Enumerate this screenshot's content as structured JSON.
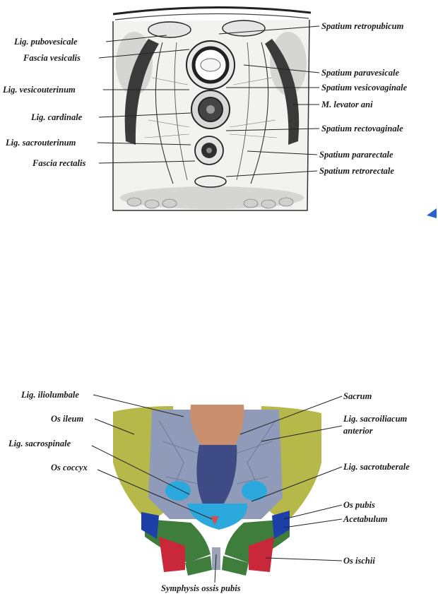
{
  "figure_top": {
    "labels_left": [
      "Lig. pubovesicale",
      "Fascia vesicalis",
      "Lig. vesicouterinum",
      "Lig. cardinale",
      "Lig. sacrouterinum",
      "Fascia rectalis"
    ],
    "labels_right": [
      "Spatium retropubicum",
      "Spatium paravesicale",
      "Spatium vesicovaginale",
      "M. levator ani",
      "Spatium rectovaginale",
      "Spatium pararectale",
      "Spatium retrorectale"
    ]
  },
  "figure_bottom": {
    "labels_left": [
      "Lig. iliolumbale",
      "Os ileum",
      "Lig. sacrospinale",
      "Os coccyx"
    ],
    "labels_right": [
      "Sacrum",
      "Lig. sacroiliacum",
      "anterior",
      "Lig. sacrotuberale",
      "Os pubis",
      "Acetabulum",
      "Os ischii"
    ],
    "label_bottom": "Symphysis ossis pubis"
  },
  "colors": {
    "ilium": "#b6b84a",
    "sacrum": "#c98f6e",
    "ligament_blue": "#8f9bb8",
    "coccyx_navy": "#3e4b84",
    "acetabulum_cyan": "#2ba8dc",
    "pubis_green": "#3f7d3c",
    "ischium_red": "#c8283a",
    "pubis_blue": "#1d3fa8"
  }
}
